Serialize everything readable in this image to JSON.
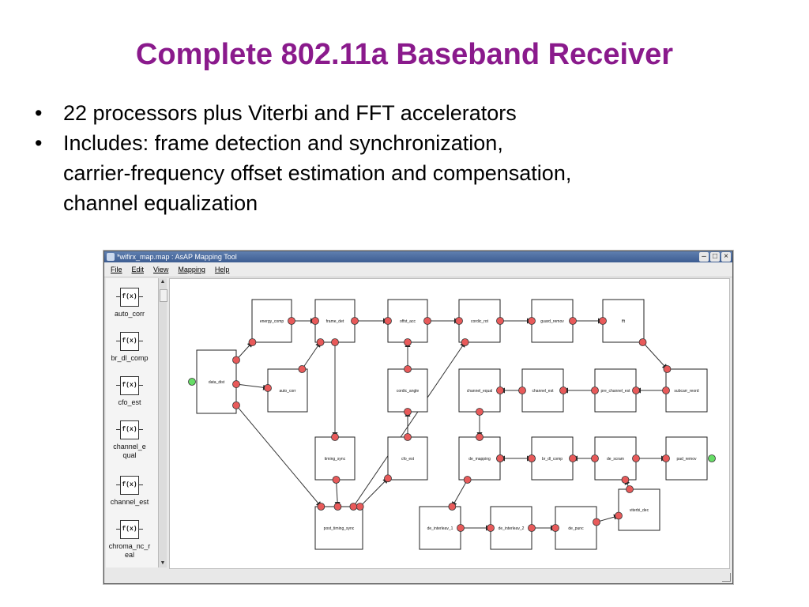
{
  "slide": {
    "title": "Complete 802.11a Baseband Receiver",
    "bullets": [
      {
        "lines": [
          "22 processors plus Viterbi and FFT accelerators"
        ]
      },
      {
        "lines": [
          "Includes: frame detection and synchronization,",
          "carrier-frequency offset estimation and compensation,",
          "channel equalization"
        ]
      }
    ]
  },
  "window": {
    "title": "*wifirx_map.map : AsAP Mapping Tool",
    "controls": {
      "minimize": "–",
      "maximize": "□",
      "close": "×"
    },
    "menu": [
      "File",
      "Edit",
      "View",
      "Mapping",
      "Help"
    ]
  },
  "palette": {
    "icon_label": "f(x)",
    "items": [
      "auto_corr",
      "br_dl_comp",
      "cfo_est",
      "channel_equal",
      "channel_est",
      "chroma_nc_real"
    ]
  },
  "colors": {
    "title": "#8a1a8c",
    "port_red": "#e85a5a",
    "port_green": "#66dd66",
    "titlebar": "#4a6ea4"
  },
  "graph": {
    "blocks": [
      {
        "id": "energy_comp",
        "label": "energy_comp"
      },
      {
        "id": "frame_det",
        "label": "frame_det"
      },
      {
        "id": "offst_acc",
        "label": "offst_acc"
      },
      {
        "id": "cordic_rot",
        "label": "cordic_rot"
      },
      {
        "id": "guard_remov",
        "label": "guard_remov"
      },
      {
        "id": "fft",
        "label": "fft"
      },
      {
        "id": "data_dist",
        "label": "data_dist"
      },
      {
        "id": "auto_corr",
        "label": "auto_corr"
      },
      {
        "id": "cordic_angle",
        "label": "cordic_angle"
      },
      {
        "id": "channel_equal",
        "label": "channel_equal"
      },
      {
        "id": "channel_est",
        "label": "channel_est"
      },
      {
        "id": "pre_channel_est",
        "label": "pre_channel_est"
      },
      {
        "id": "subcarr_reord",
        "label": "subcarr_reord"
      },
      {
        "id": "timing_sync",
        "label": "timing_sync"
      },
      {
        "id": "cfo_est",
        "label": "cfo_est"
      },
      {
        "id": "de_mapping",
        "label": "de_mapping"
      },
      {
        "id": "br_dl_comp",
        "label": "br_dl_comp"
      },
      {
        "id": "de_scram",
        "label": "de_scram"
      },
      {
        "id": "pad_remov",
        "label": "pad_remov"
      },
      {
        "id": "post_timing_sync",
        "label": "post_timing_sync"
      },
      {
        "id": "de_interleav_1",
        "label": "de_interleav_1"
      },
      {
        "id": "de_interleav_2",
        "label": "de_interleav_2"
      },
      {
        "id": "de_punc",
        "label": "de_punc"
      },
      {
        "id": "viterbi_dec",
        "label": "viterbi_dec"
      }
    ]
  }
}
